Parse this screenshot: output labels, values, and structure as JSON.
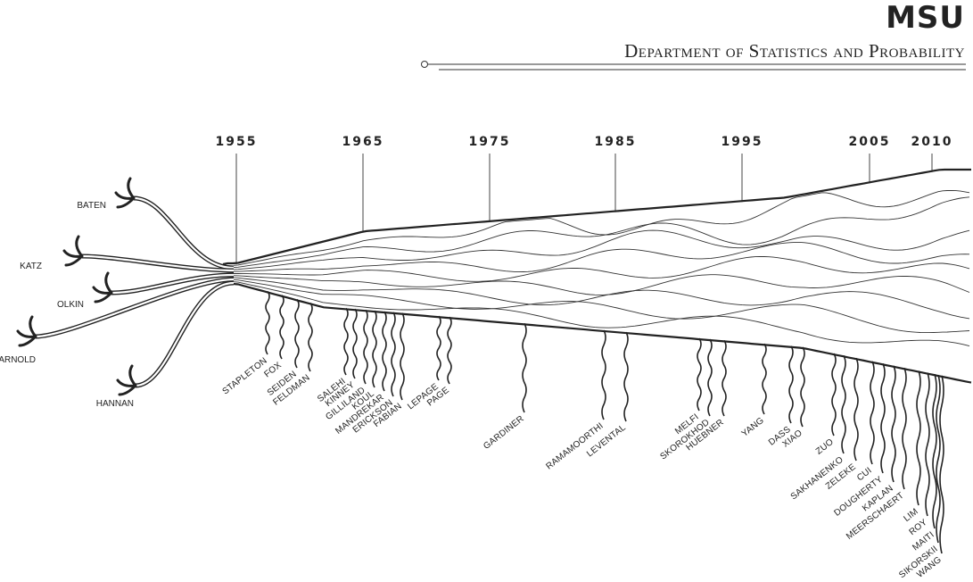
{
  "header": {
    "logo": "MSU",
    "department": "Department of Statistics and Probability"
  },
  "years": [
    "1955",
    "1965",
    "1975",
    "1985",
    "1995",
    "2005",
    "2010"
  ],
  "founders": [
    "BATEN",
    "KATZ",
    "OLKIN",
    "ARNOLD",
    "HANNAN"
  ],
  "branches": [
    "STAPLETON",
    "FOX",
    "SEIDEN",
    "FELDMAN",
    "SALEHI",
    "KINNEY",
    "GILLILAND",
    "KOUL",
    "MANDREKAR",
    "ERICKSON",
    "FABIAN",
    "LEPAGE",
    "PAGE",
    "GARDINER",
    "RAMAMOORTHI",
    "LEVENTAL",
    "MELFI",
    "SKOROKHOD",
    "HUEBNER",
    "YANG",
    "DASS",
    "XIAO",
    "ZUO",
    "SAKHANENKO",
    "ZELEKE",
    "CUI",
    "DOUGHERTY",
    "KAPLAN",
    "MEERSCHAERT",
    "LIM",
    "ROY",
    "MAITI",
    "SIKORSKII",
    "WANG"
  ]
}
